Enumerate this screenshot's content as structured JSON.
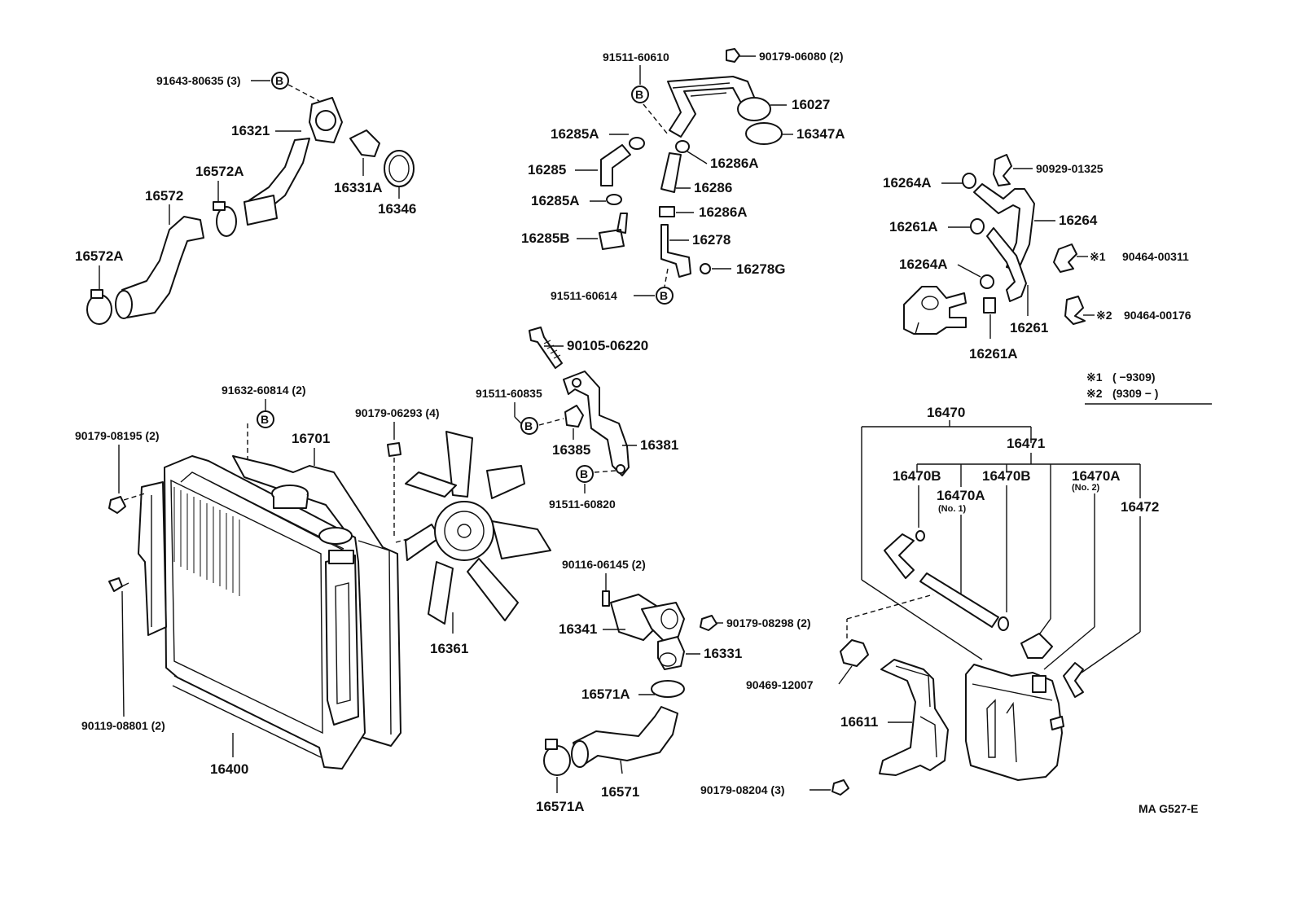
{
  "parts": {
    "p91643": "91643-80635 (3)",
    "p16321": "16321",
    "p16331A": "16331A",
    "p16346": "16346",
    "p16572A_top": "16572A",
    "p16572": "16572",
    "p16572A_left": "16572A",
    "p91511_60610": "91511-60610",
    "p90179_06080": "90179-06080 (2)",
    "p16027": "16027",
    "p16347A": "16347A",
    "p16285A_top": "16285A",
    "p16286A_top": "16286A",
    "p16285": "16285",
    "p16286": "16286",
    "p16285A_mid": "16285A",
    "p16286A_mid": "16286A",
    "p16285B": "16285B",
    "p16278": "16278",
    "p16278G": "16278G",
    "p91511_60614": "91511-60614",
    "p90929": "90929-01325",
    "p16264A_top": "16264A",
    "p16264": "16264",
    "p16261A_top": "16261A",
    "p16264A_mid": "16264A",
    "p90464_00311": "90464-00311",
    "p90464_00176": "90464-00176",
    "p16261": "16261",
    "p16261A_bot": "16261A",
    "p90105": "90105-06220",
    "p91632": "91632-60814 (2)",
    "p90179_06293": "90179-06293 (4)",
    "p91511_60835": "91511-60835",
    "p16381": "16381",
    "p16385": "16385",
    "p91511_60820": "91511-60820",
    "p90179_08195": "90179-08195 (2)",
    "p16701": "16701",
    "p16361": "16361",
    "p90119": "90119-08801 (2)",
    "p16400": "16400",
    "p90116": "90116-06145 (2)",
    "p16341": "16341",
    "p90179_08298": "90179-08298 (2)",
    "p16331": "16331",
    "p16571A_mid": "16571A",
    "p16571": "16571",
    "p16571A_bot": "16571A",
    "p16470": "16470",
    "p16471": "16471",
    "p16470B_a": "16470B",
    "p16470B_b": "16470B",
    "p16470A_1": "16470A",
    "p16470A_1_note": "(No. 1)",
    "p16470A_2": "16470A",
    "p16470A_2_note": "(No. 2)",
    "p16472": "16472",
    "p90469": "90469-12007",
    "p16611": "16611",
    "p90179_08204": "90179-08204 (3)"
  },
  "markers": {
    "star1": "※1",
    "star2": "※2",
    "b": "B"
  },
  "notes": {
    "note1_range": "(        −9309)",
    "note2_range": "(9309 −          )"
  },
  "footer": {
    "code": "MA  G527-E"
  }
}
